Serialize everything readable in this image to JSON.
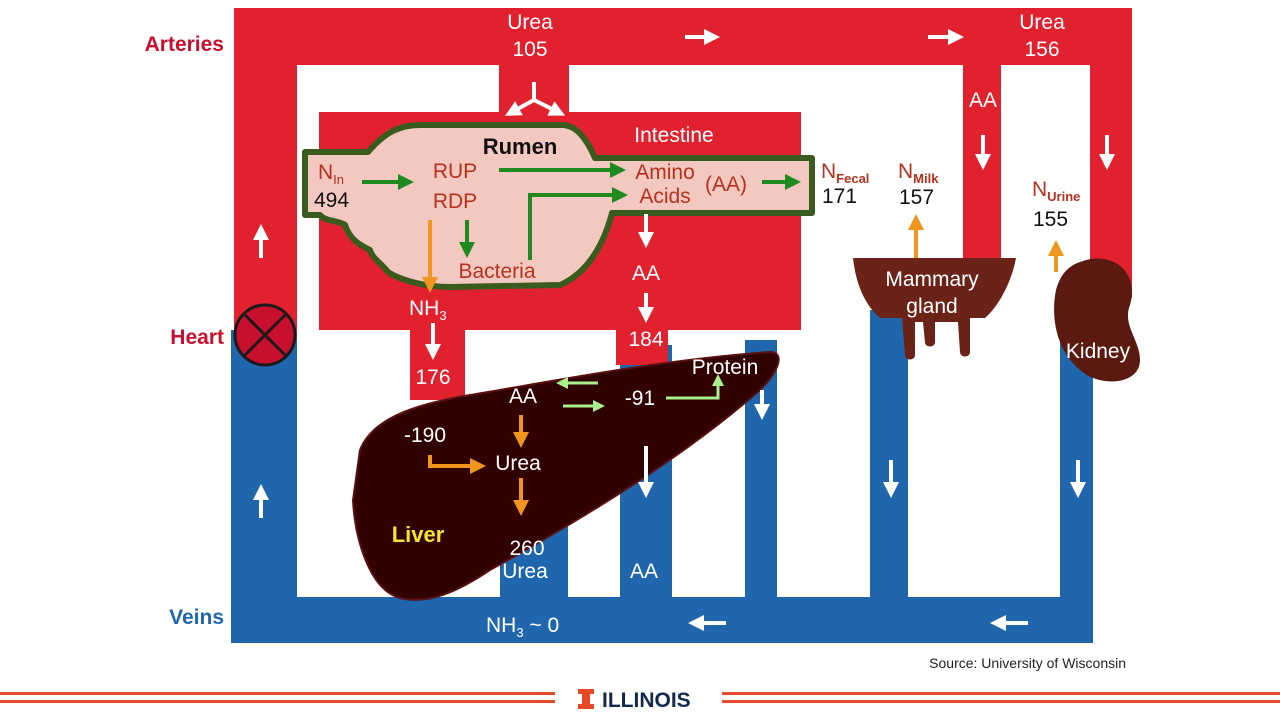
{
  "colors": {
    "artery": "#e2212e",
    "vein": "#1f66ad",
    "rumen_fill": "#f2c8c0",
    "rumen_border": "#3a5b1e",
    "organ_brown": "#6b2318",
    "liver": "#310000",
    "liver_label": "#f5e42d",
    "flow_green": "#1f8a1f",
    "flow_orange": "#f0951e",
    "flow_lightgreen": "#a8f08c",
    "label_red": "#c8102e",
    "label_blue": "#1f66ad",
    "rumen_text": "#b5321f",
    "footer_orange": "#e84a27",
    "footer_blue": "#13294b"
  },
  "side_labels": {
    "arteries": "Arteries",
    "heart": "Heart",
    "veins": "Veins"
  },
  "urea_top": {
    "label": "Urea",
    "value": "105"
  },
  "urea_top_right": {
    "label": "Urea",
    "value": "156"
  },
  "aa_artery_label": "AA",
  "rumen": {
    "title": "Rumen",
    "n_in_label": "N",
    "n_in_sub": "In",
    "n_in_value": "494",
    "rup": "RUP",
    "rdp": "RDP",
    "bacteria": "Bacteria"
  },
  "intestine": {
    "title": "Intestine",
    "amino": "Amino",
    "acids": "Acids",
    "aa_paren": "(AA)",
    "n_fecal_label": "N",
    "n_fecal_sub": "Fecal",
    "n_fecal_value": "171"
  },
  "nh3": {
    "label": "NH",
    "sub": "3",
    "value": "176"
  },
  "aa_portal": {
    "label": "AA",
    "value": "184"
  },
  "liver": {
    "label": "Liver",
    "aa": "AA",
    "minus_91": "-91",
    "protein": "Protein",
    "minus_190": "-190",
    "urea": "Urea"
  },
  "urea_vein": {
    "value": "260",
    "label": "Urea"
  },
  "aa_vein": "AA",
  "mammary": {
    "label_line1": "Mammary",
    "label_line2": "gland",
    "n_label": "N",
    "n_sub": "Milk",
    "n_value": "157"
  },
  "kidney": {
    "label": "Kidney",
    "n_label": "N",
    "n_sub": "Urine",
    "n_value": "155"
  },
  "veins_bottom": {
    "nh3_label": "NH",
    "nh3_sub": "3",
    "nh3_value": " ~ 0"
  },
  "source": "Source: University of Wisconsin",
  "footer": {
    "brand": "ILLINOIS"
  }
}
